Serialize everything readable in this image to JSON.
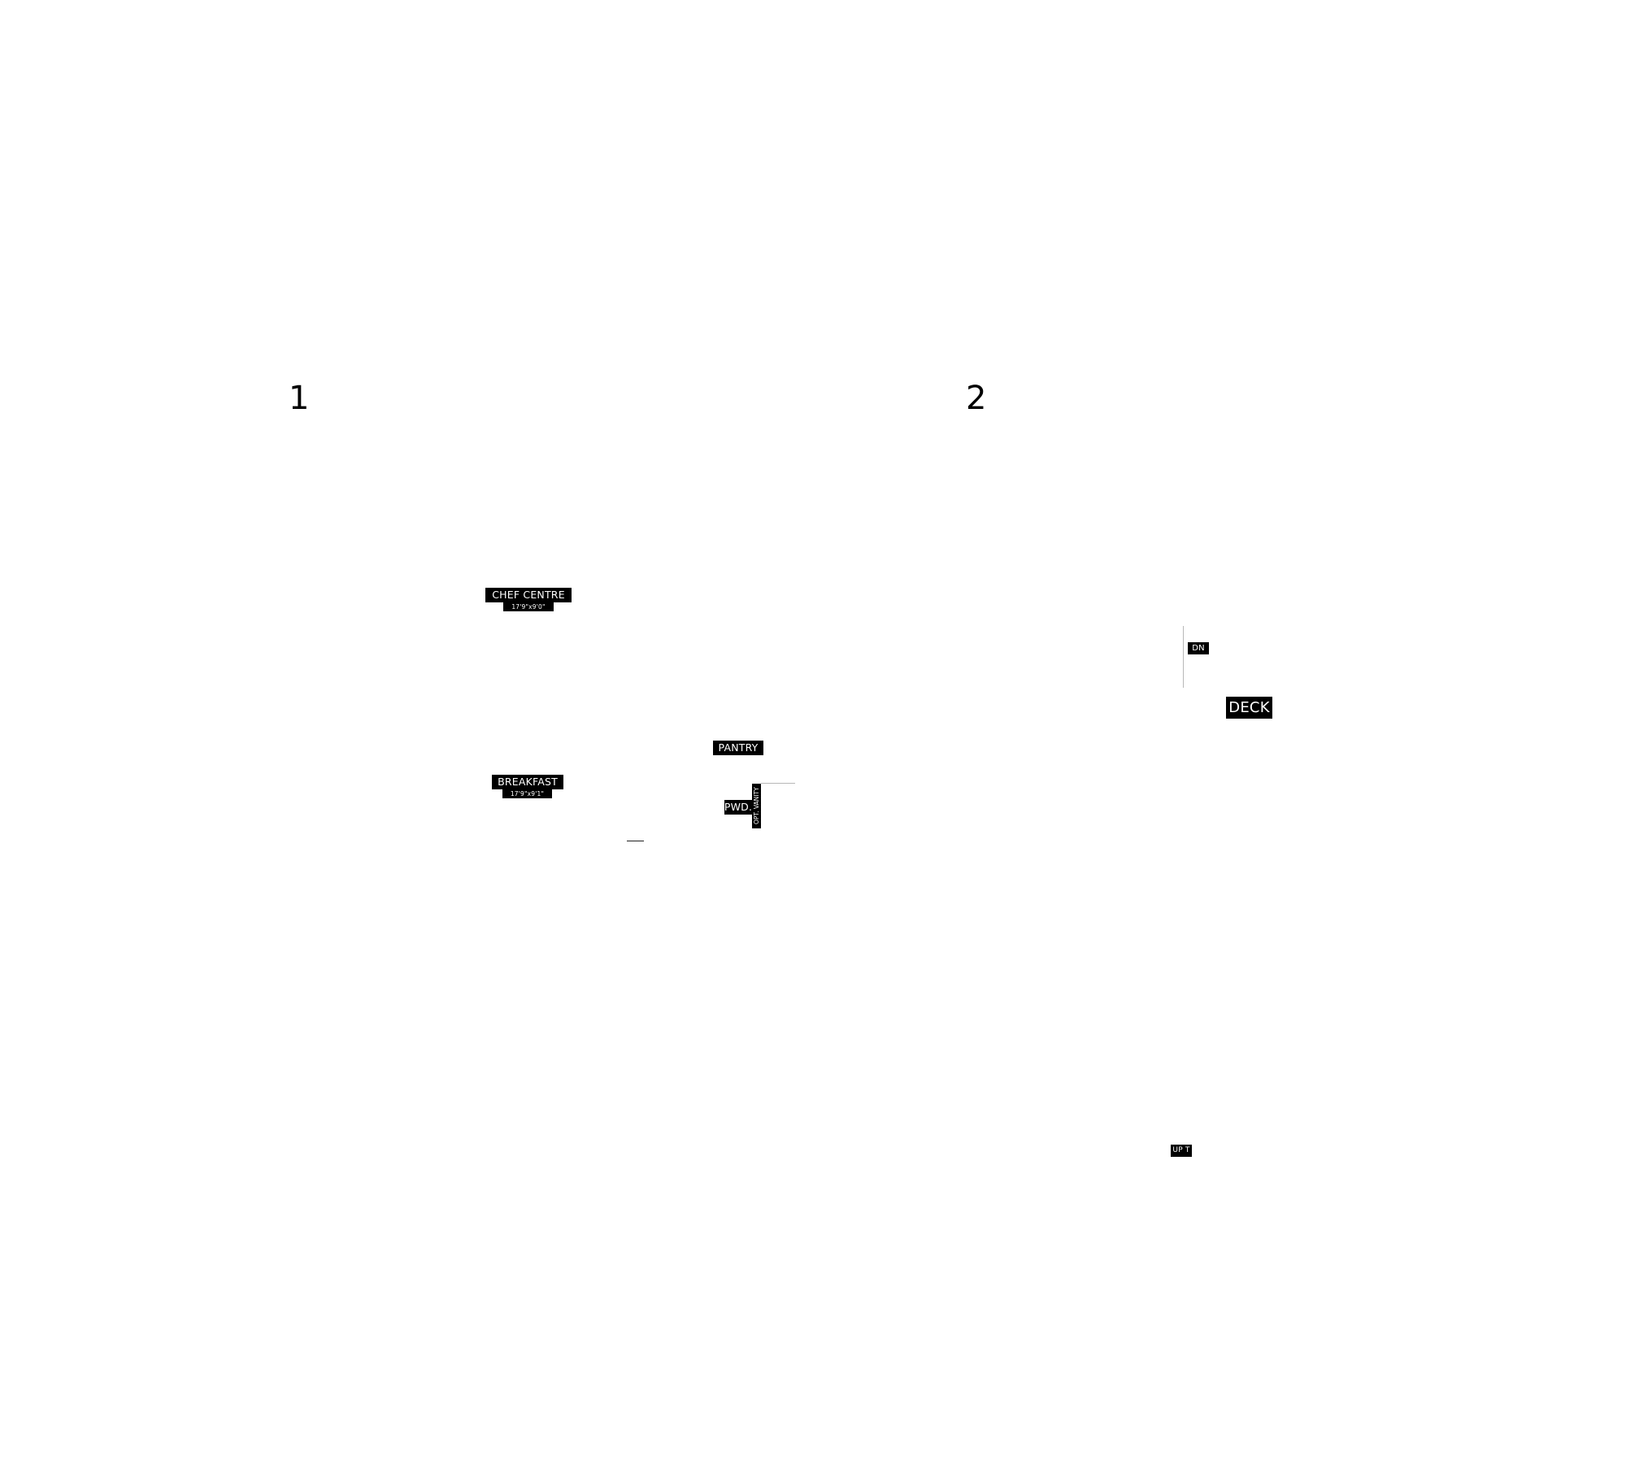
{
  "plans": [
    {
      "number": "1"
    },
    {
      "number": "2"
    }
  ],
  "floor_1": {
    "chef_centre": {
      "label": "CHEF CENTRE",
      "dimensions": "17'9\"x9'0\""
    },
    "breakfast": {
      "label": "BREAKFAST",
      "dimensions": "17'9\"x9'1\""
    },
    "pantry": {
      "label": "PANTRY"
    },
    "powder": {
      "label": "PWD."
    },
    "vanity": {
      "label": "OPT. VANITY"
    }
  },
  "floor_2": {
    "stair_down": {
      "label": "DN"
    },
    "deck": {
      "label": "DECK"
    },
    "stair_up": {
      "label": "UP T"
    }
  }
}
